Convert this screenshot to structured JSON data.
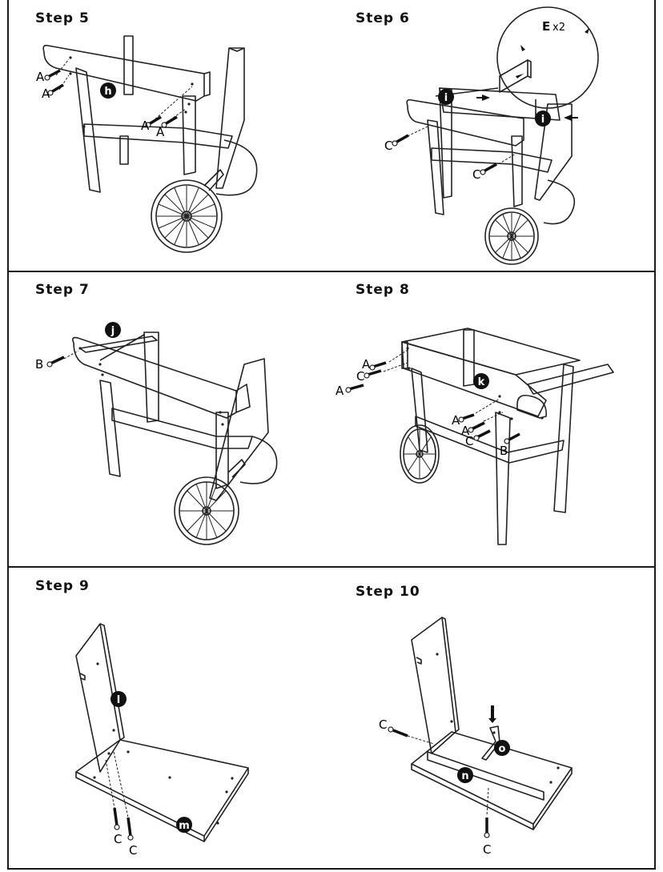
{
  "steps": [
    {
      "title": "Step 5",
      "part_label": "h",
      "screw_labels": [
        "A",
        "A",
        "A",
        "A"
      ]
    },
    {
      "title": "Step 6",
      "part_label": "i",
      "callout_label": "E",
      "callout_qty": "x2",
      "screw_labels": [
        "C",
        "C"
      ]
    },
    {
      "title": "Step 7",
      "part_label": "j",
      "screw_labels": [
        "B"
      ]
    },
    {
      "title": "Step 8",
      "part_label": "k",
      "screw_labels": [
        "A",
        "C",
        "A",
        "A",
        "A",
        "C",
        "B"
      ]
    },
    {
      "title": "Step 9",
      "part_labels": [
        "l",
        "m"
      ],
      "screw_labels": [
        "C",
        "C"
      ]
    },
    {
      "title": "Step 10",
      "part_labels": [
        "n",
        "o"
      ],
      "screw_labels": [
        "C",
        "C"
      ]
    }
  ]
}
